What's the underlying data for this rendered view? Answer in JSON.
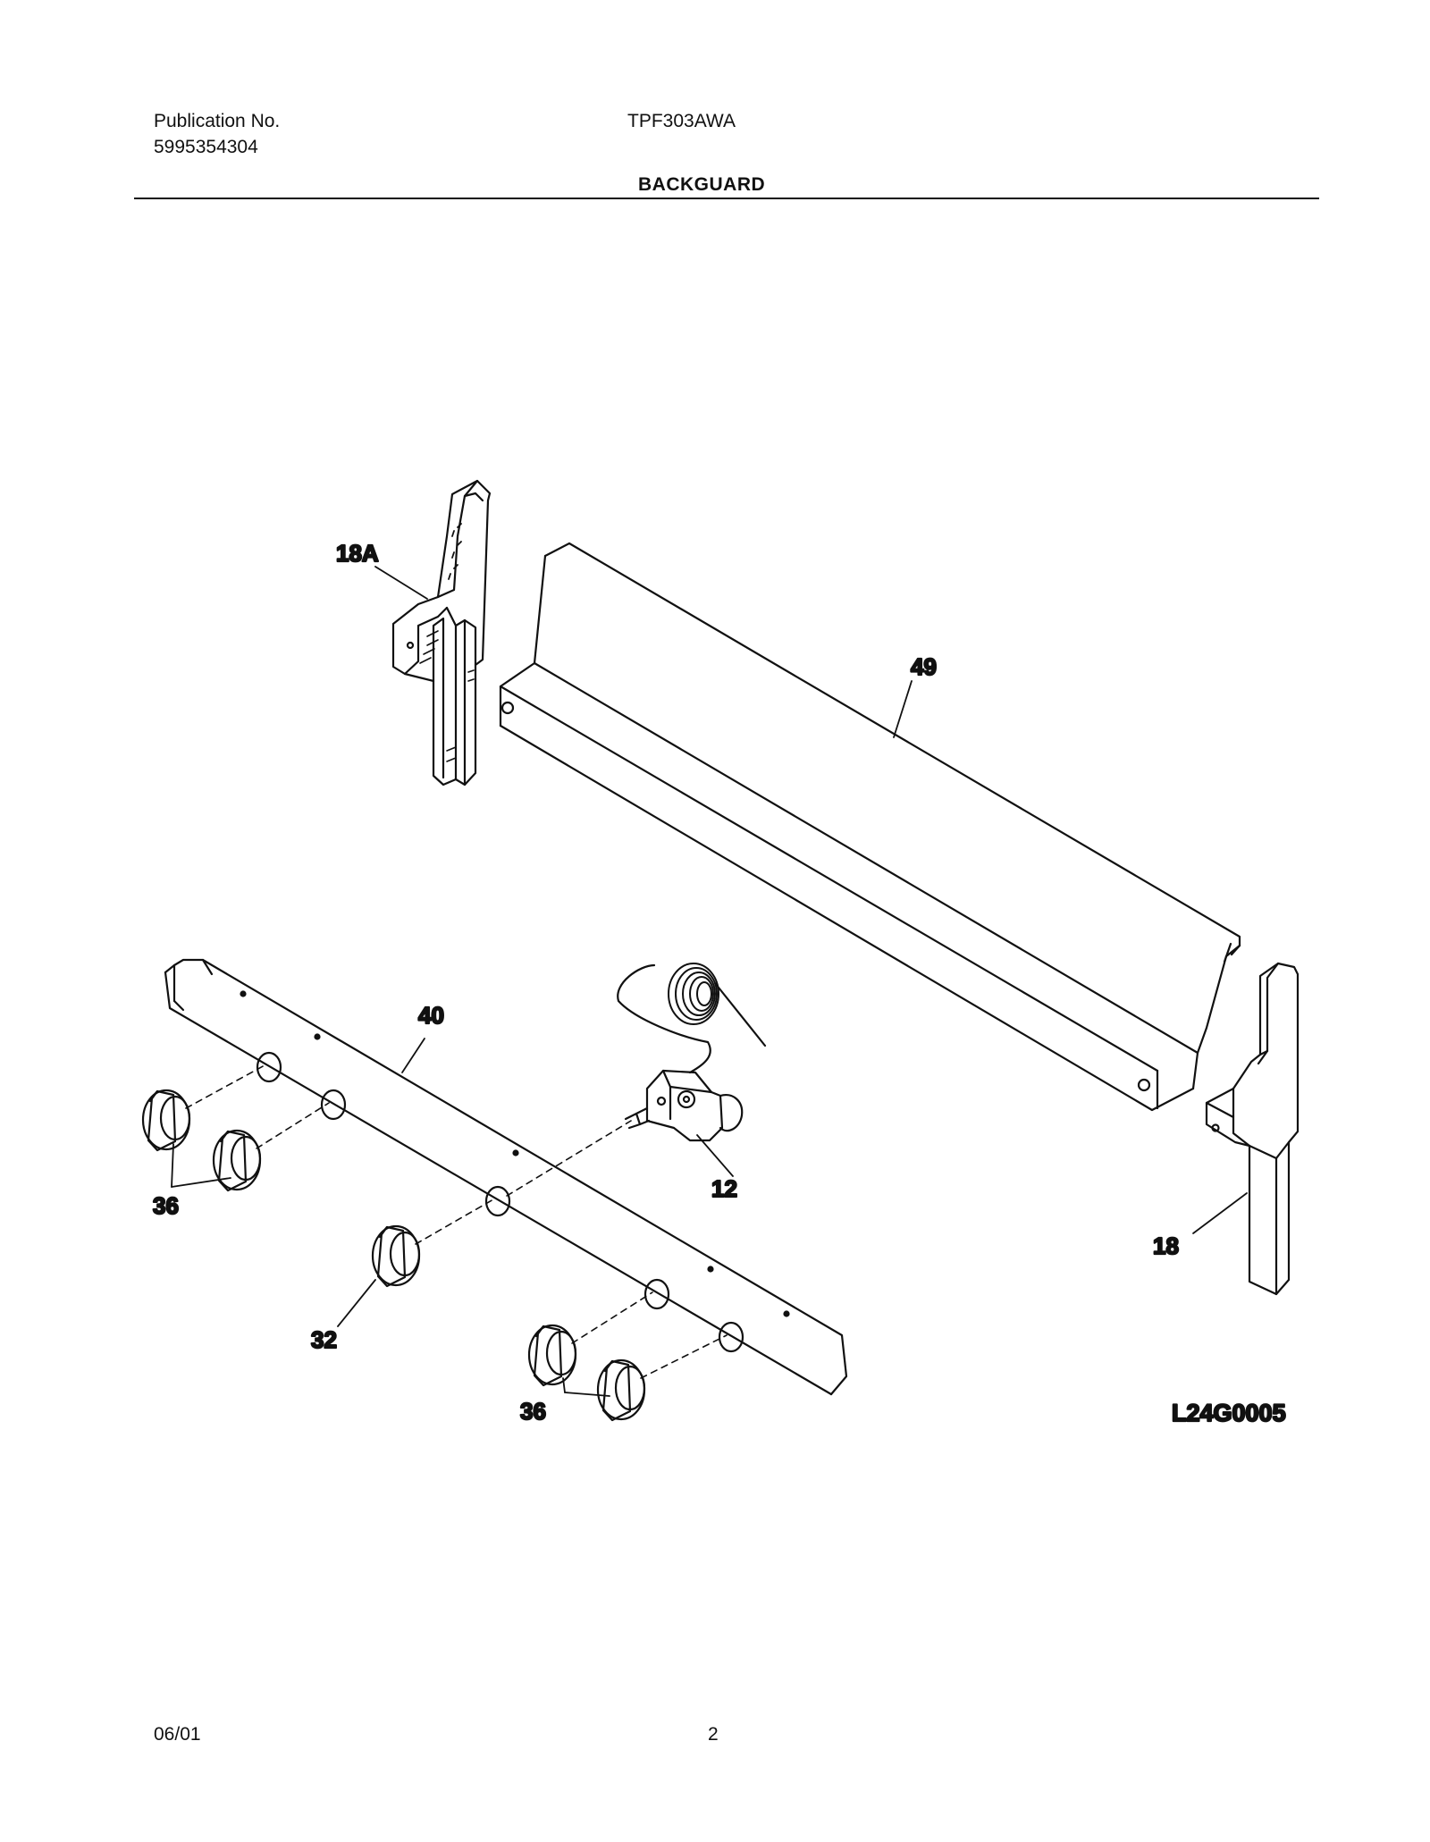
{
  "header": {
    "publication_label": "Publication No.",
    "publication_number": "5995354304",
    "model": "TPF303AWA",
    "section_title": "BACKGUARD"
  },
  "diagram": {
    "callouts": {
      "c18a": "18A",
      "c49": "49",
      "c40": "40",
      "c12": "12",
      "c18": "18",
      "c36a": "36",
      "c32": "32",
      "c36b": "36"
    },
    "figure_id": "L24G0005"
  },
  "footer": {
    "date": "06/01",
    "page": "2"
  }
}
